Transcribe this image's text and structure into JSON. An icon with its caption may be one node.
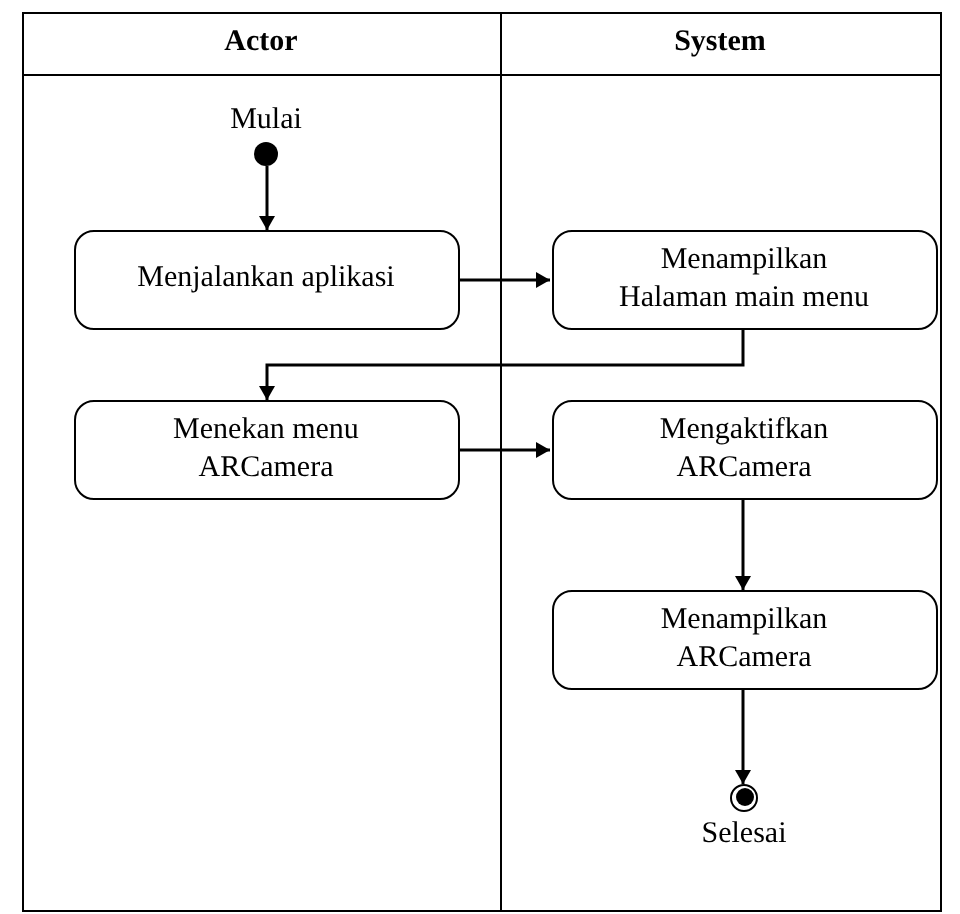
{
  "diagram": {
    "nodes": [
      {
        "text": [
          "Actor"
        ]
      },
      {
        "text": [
          "System"
        ]
      },
      {
        "text": [],
        "shape": "circle",
        "beside": [
          "Mulai"
        ],
        "in": 0
      },
      {
        "text": [
          "Menjalankan aplikasi"
        ],
        "in": 0
      },
      {
        "text": [
          "Menampilkan Halaman main menu"
        ],
        "in": 1
      },
      {
        "text": [
          "Menekan menu ARCamera"
        ],
        "in": 0
      },
      {
        "text": [
          "Mengaktifkan ARCamera"
        ],
        "in": 1
      },
      {
        "text": [
          "Menampilkan ARCamera"
        ],
        "in": 1
      },
      {
        "text": [],
        "shape": "circle",
        "beside": [
          "Selesai"
        ],
        "in": 1
      }
    ],
    "edges": [
      {
        "from": 2,
        "to": 3,
        "arrow": "to"
      },
      {
        "from": 3,
        "to": 4,
        "arrow": "to"
      },
      {
        "from": 4,
        "to": 5,
        "arrow": "to"
      },
      {
        "from": 5,
        "to": 6,
        "arrow": "to"
      },
      {
        "from": 6,
        "to": 7,
        "arrow": "to"
      },
      {
        "from": 7,
        "to": 8,
        "arrow": "to"
      }
    ]
  }
}
